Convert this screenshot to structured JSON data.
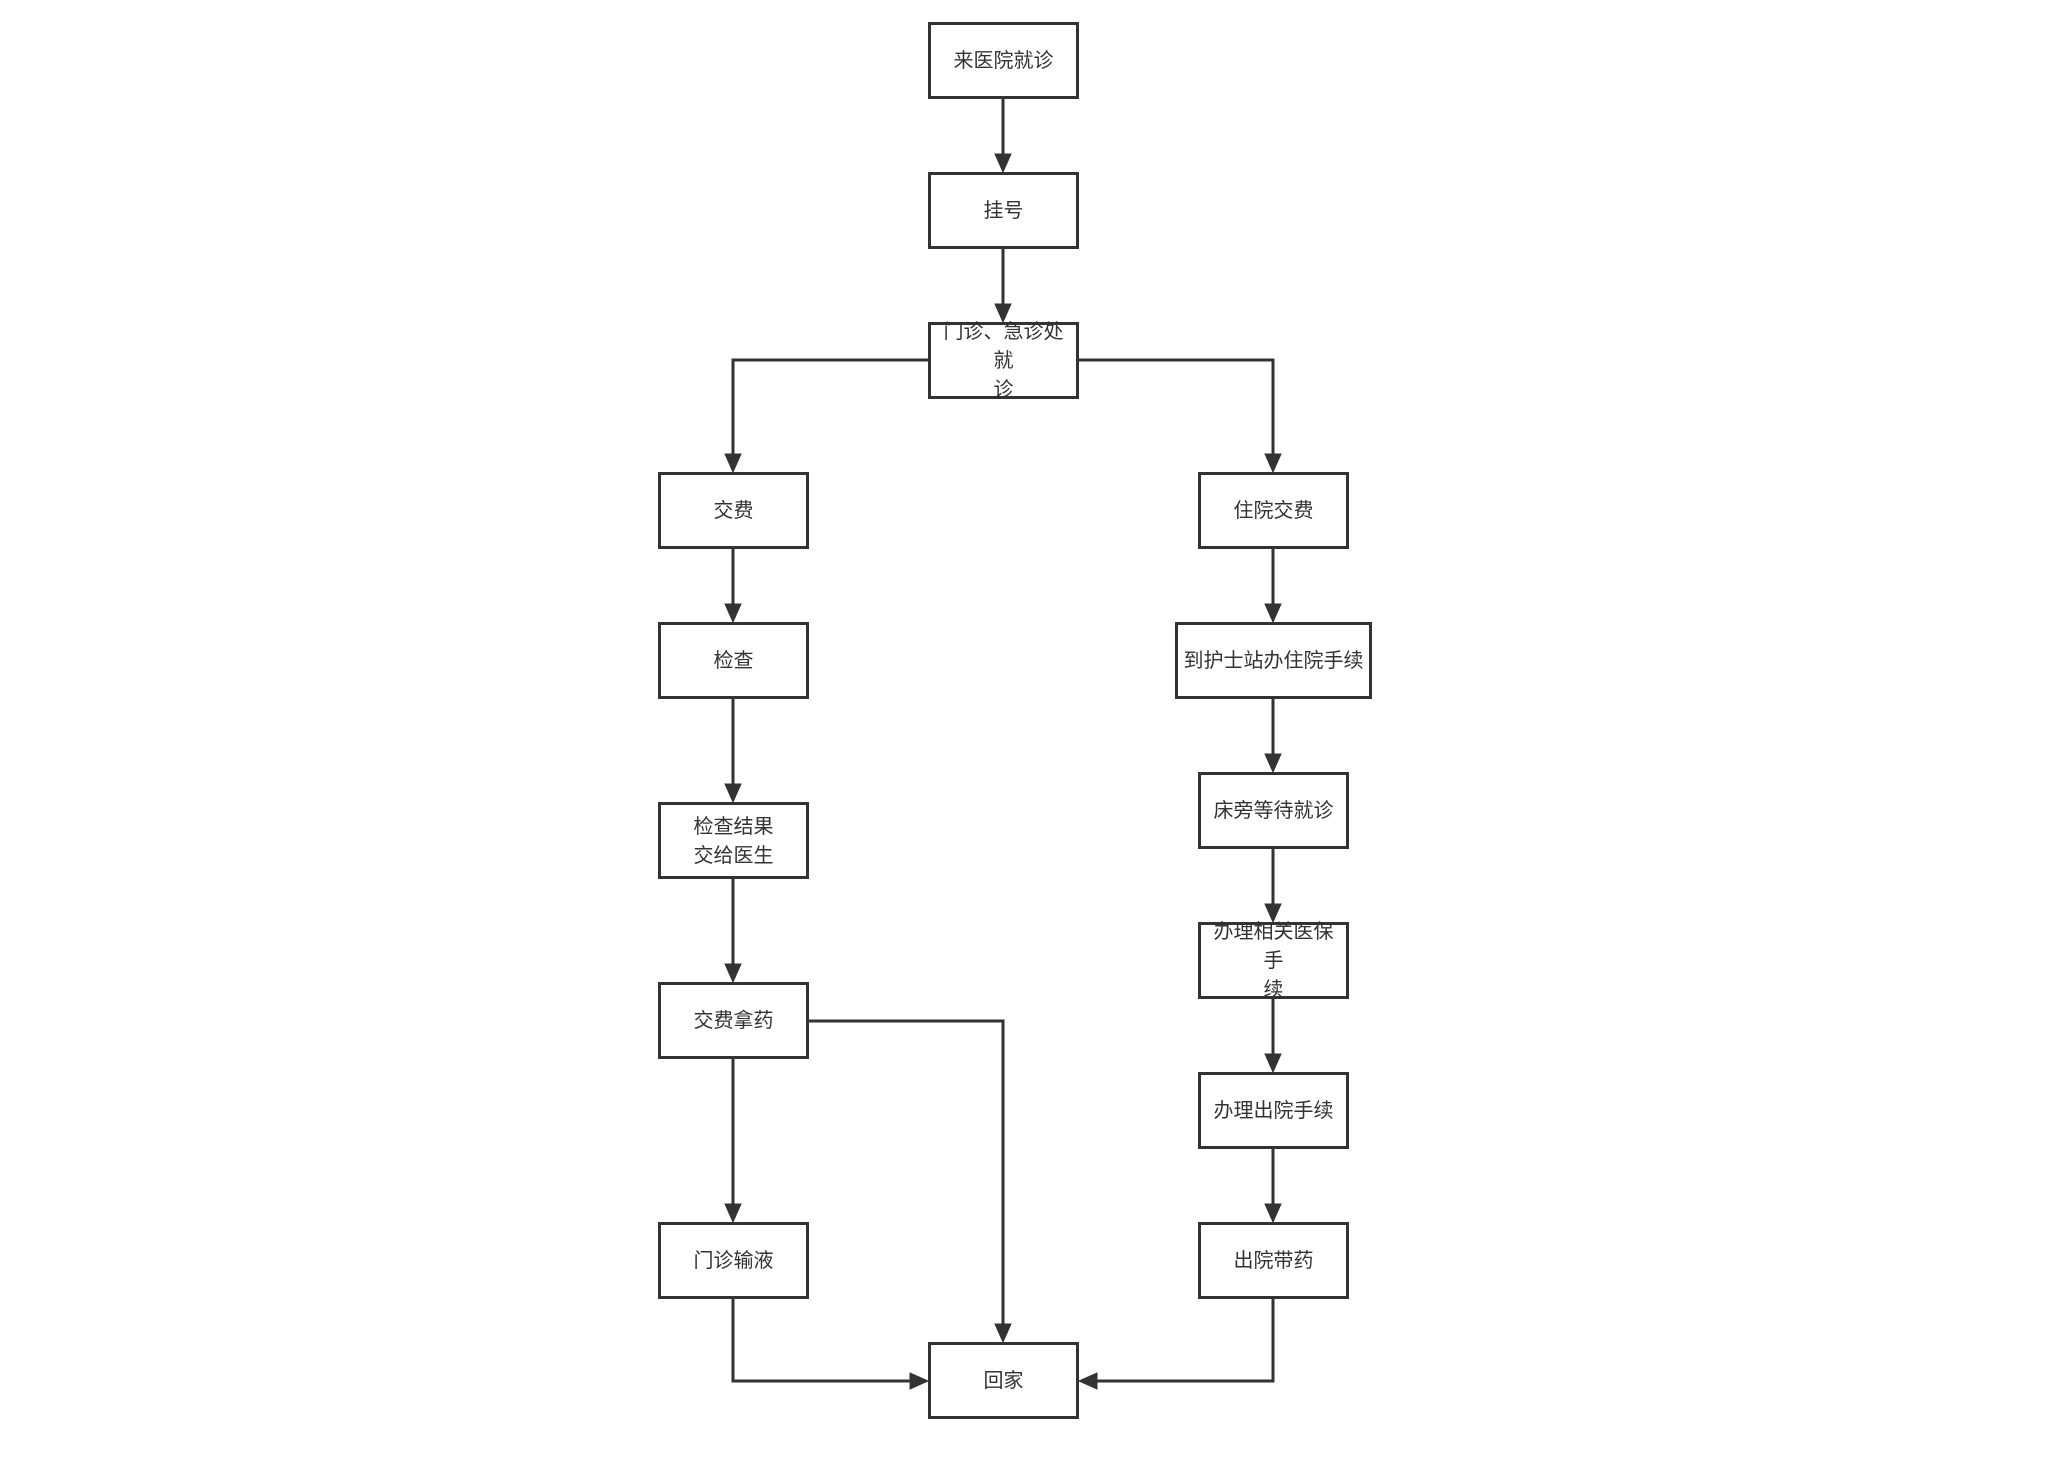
{
  "flowchart": {
    "nodes": [
      {
        "id": "visit",
        "label": "来医院就诊"
      },
      {
        "id": "register",
        "label": "挂号"
      },
      {
        "id": "clinic",
        "label": "门诊、急诊处就\n诊"
      },
      {
        "id": "pay",
        "label": "交费"
      },
      {
        "id": "exam",
        "label": "检查"
      },
      {
        "id": "results",
        "label": "检查结果\n交给医生"
      },
      {
        "id": "medicine",
        "label": "交费拿药"
      },
      {
        "id": "infusion",
        "label": "门诊输液"
      },
      {
        "id": "home",
        "label": "回家"
      },
      {
        "id": "inpatient_pay",
        "label": "住院交费"
      },
      {
        "id": "admission",
        "label": "到护士站办住院手续"
      },
      {
        "id": "bedside",
        "label": "床旁等待就诊"
      },
      {
        "id": "insurance",
        "label": "办理相关医保手\n续"
      },
      {
        "id": "discharge",
        "label": "办理出院手续"
      },
      {
        "id": "discharge_meds",
        "label": "出院带药"
      }
    ],
    "edges": [
      {
        "from": "visit",
        "to": "register"
      },
      {
        "from": "register",
        "to": "clinic"
      },
      {
        "from": "clinic",
        "to": "pay"
      },
      {
        "from": "clinic",
        "to": "inpatient_pay"
      },
      {
        "from": "pay",
        "to": "exam"
      },
      {
        "from": "exam",
        "to": "results"
      },
      {
        "from": "results",
        "to": "medicine"
      },
      {
        "from": "medicine",
        "to": "infusion"
      },
      {
        "from": "medicine",
        "to": "home"
      },
      {
        "from": "infusion",
        "to": "home"
      },
      {
        "from": "inpatient_pay",
        "to": "admission"
      },
      {
        "from": "admission",
        "to": "bedside"
      },
      {
        "from": "bedside",
        "to": "insurance"
      },
      {
        "from": "insurance",
        "to": "discharge"
      },
      {
        "from": "discharge",
        "to": "discharge_meds"
      },
      {
        "from": "discharge_meds",
        "to": "home"
      }
    ],
    "colors": {
      "stroke": "#333333",
      "fill": "#ffffff",
      "text": "#333333"
    }
  }
}
